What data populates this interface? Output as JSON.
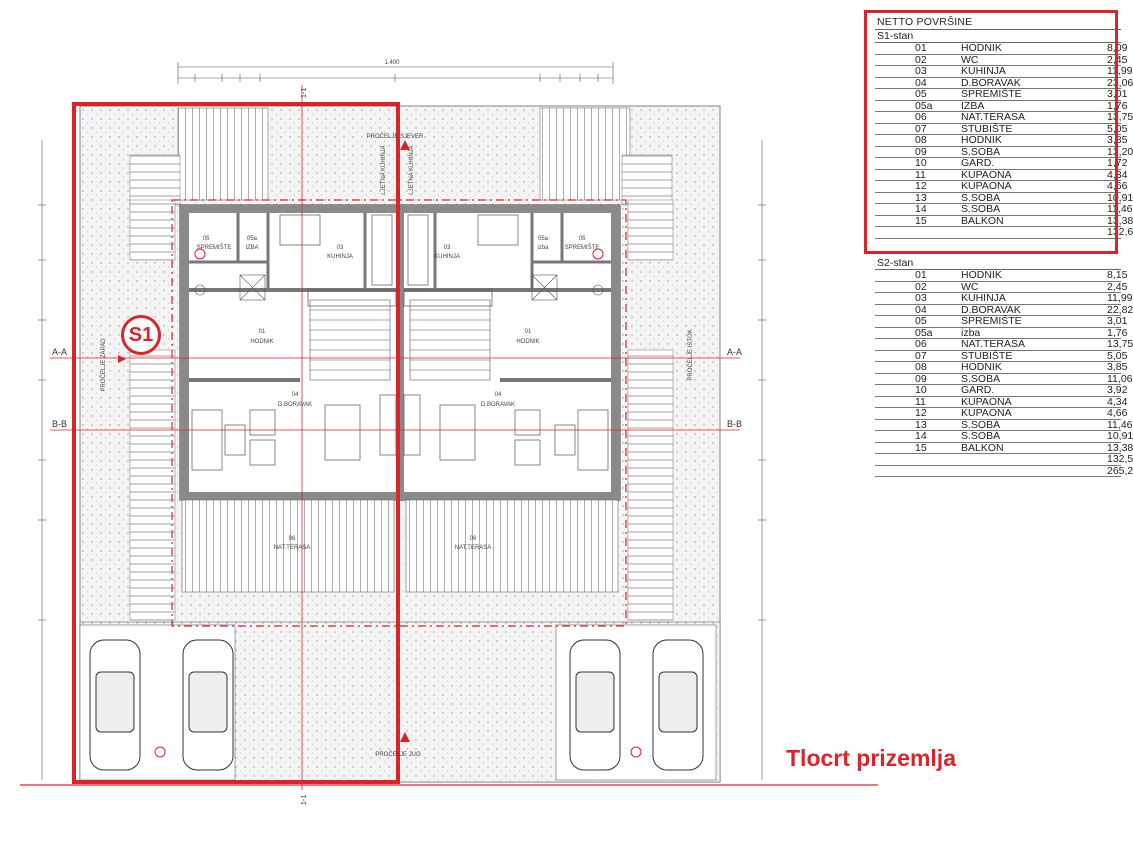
{
  "caption": "Tlocrt prizemlja",
  "unit_marker": "S1",
  "area_table": {
    "title": "NETTO POVRŠINE",
    "s1": {
      "heading": "S1-stan",
      "rows": [
        {
          "num": "01",
          "room": "HODNIK",
          "area": "8,09"
        },
        {
          "num": "02",
          "room": "WC",
          "area": "2,45"
        },
        {
          "num": "03",
          "room": "KUHINJA",
          "area": "11,99"
        },
        {
          "num": "04",
          "room": "D.BORAVAK",
          "area": "23,06"
        },
        {
          "num": "05",
          "room": "SPREMIŠTE",
          "area": "3,01"
        },
        {
          "num": "05a",
          "room": "IZBA",
          "area": "1,76"
        },
        {
          "num": "06",
          "room": "NAT.TERASA",
          "area": "13,75"
        },
        {
          "num": "07",
          "room": "STUBIŠTE",
          "area": "5,05"
        },
        {
          "num": "08",
          "room": "HODNIK",
          "area": "3,85"
        },
        {
          "num": "09",
          "room": "S.SOBA",
          "area": "13,20"
        },
        {
          "num": "10",
          "room": "GARD.",
          "area": "1,72"
        },
        {
          "num": "11",
          "room": "KUPAONA",
          "area": "4,34"
        },
        {
          "num": "12",
          "room": "KUPAONA",
          "area": "4,66"
        },
        {
          "num": "13",
          "room": "S.SOBA",
          "area": "10,91"
        },
        {
          "num": "14",
          "room": "S.SOBA",
          "area": "11,46"
        },
        {
          "num": "15",
          "room": "BALKON",
          "area": "13,38"
        }
      ],
      "total": "132,6"
    },
    "s2": {
      "heading": "S2-stan",
      "rows": [
        {
          "num": "01",
          "room": "HODNIK",
          "area": "8,15"
        },
        {
          "num": "02",
          "room": "WC",
          "area": "2,45"
        },
        {
          "num": "03",
          "room": "KUHINJA",
          "area": "11,99"
        },
        {
          "num": "04",
          "room": "D.BORAVAK",
          "area": "22,82"
        },
        {
          "num": "05",
          "room": "SPREMIŠTE",
          "area": "3,01"
        },
        {
          "num": "05a",
          "room": "izba",
          "area": "1,76"
        },
        {
          "num": "06",
          "room": "NAT.TERASA",
          "area": "13,75"
        },
        {
          "num": "07",
          "room": "STUBIŠTE",
          "area": "5,05"
        },
        {
          "num": "08",
          "room": "HODNIK",
          "area": "3,85"
        },
        {
          "num": "09",
          "room": "S.SOBA",
          "area": "11,06"
        },
        {
          "num": "10",
          "room": "GARD.",
          "area": "3,92"
        },
        {
          "num": "11",
          "room": "KUPAONA",
          "area": "4,34"
        },
        {
          "num": "12",
          "room": "KUPAONA",
          "area": "4,66"
        },
        {
          "num": "13",
          "room": "S.SOBA",
          "area": "11,46"
        },
        {
          "num": "14",
          "room": "S.SOBA",
          "area": "10,91"
        },
        {
          "num": "15",
          "room": "BALKON",
          "area": "13,38"
        }
      ],
      "total": "132,5",
      "grand_total": "265,2"
    }
  },
  "plan_labels": {
    "section_a": "A-A",
    "section_b": "B-B",
    "section_1": "1-1",
    "north": "PROČELJE SJEVER",
    "south": "PROČELJE JUG",
    "west": "PROČELJE ZAPAD",
    "east": "PROČELJE ISTOK",
    "summer_kitchen": "LJETNA KUHINJA",
    "total_width": "1.400",
    "rooms_left": [
      {
        "num": "05",
        "name": "SPREMIŠTE"
      },
      {
        "num": "05a",
        "name": "IZBA"
      },
      {
        "num": "03",
        "name": "KUHINJA"
      },
      {
        "num": "01",
        "name": "HODNIK"
      },
      {
        "num": "04",
        "name": "D.BORAVAK"
      },
      {
        "num": "06",
        "name": "NAT.TERASA"
      }
    ],
    "rooms_right": [
      {
        "num": "05",
        "name": "SPREMIŠTE"
      },
      {
        "num": "05a",
        "name": "izba"
      },
      {
        "num": "03",
        "name": "KUHINJA"
      },
      {
        "num": "01",
        "name": "HODNIK"
      },
      {
        "num": "04",
        "name": "D.BORAVAK"
      },
      {
        "num": "06",
        "name": "NAT.TERASA"
      }
    ]
  },
  "colors": {
    "accent_red": "#d9242b",
    "line": "#444444",
    "hatch": "#bbbbbb"
  }
}
